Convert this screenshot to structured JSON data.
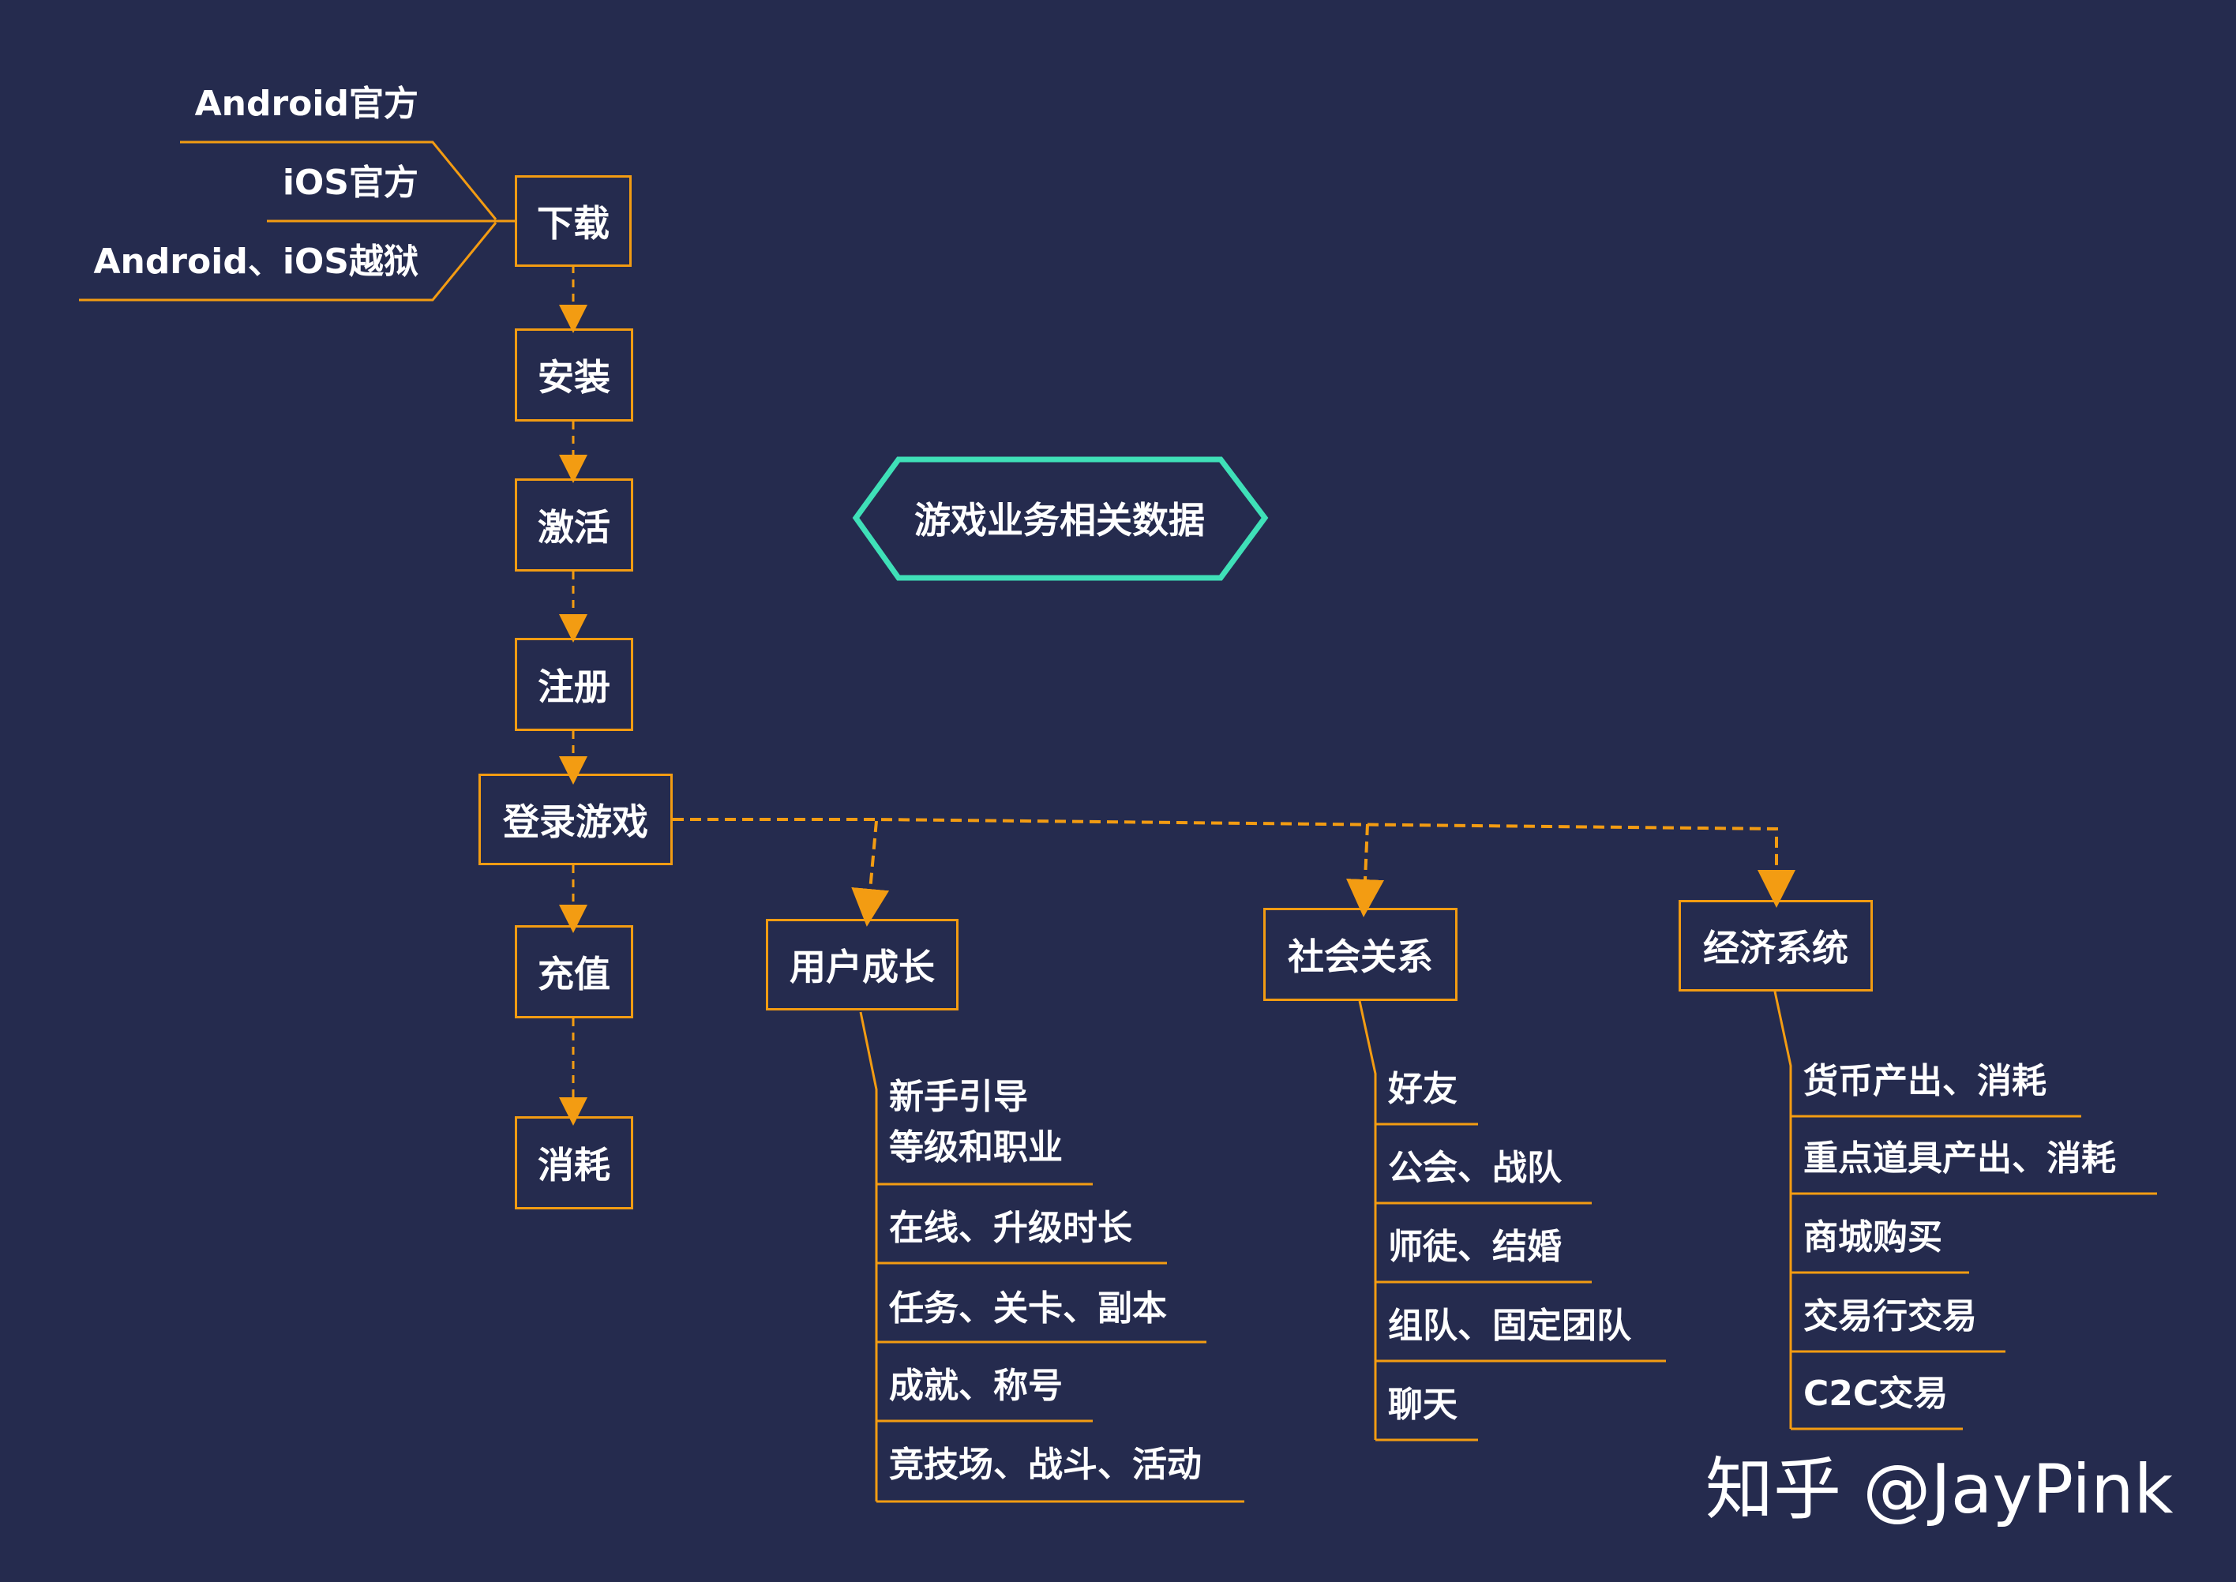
{
  "title": "游戏业务相关数据",
  "download_channels": [
    "Android官方",
    "iOS官方",
    "Android、iOS越狱"
  ],
  "flow": [
    "下载",
    "安装",
    "激活",
    "注册",
    "登录游戏",
    "充值",
    "消耗"
  ],
  "categories": {
    "user_growth": {
      "label": "用户成长",
      "items": [
        "新手引导\n等级和职业",
        "在线、升级时长",
        "任务、关卡、副本",
        "成就、称号",
        "竞技场、战斗、活动"
      ]
    },
    "social": {
      "label": "社会关系",
      "items": [
        "好友",
        "公会、战队",
        "师徒、结婚",
        "组队、固定团队",
        "聊天"
      ]
    },
    "economy": {
      "label": "经济系统",
      "items": [
        "货币产出、消耗",
        "重点道具产出、消耗",
        "商城购买",
        "交易行交易",
        "C2C交易"
      ]
    }
  },
  "watermark": "知乎 @JayPink",
  "colors": {
    "background": "#252b4e",
    "accent": "#f39c12",
    "title_border": "#3fe0b8"
  }
}
